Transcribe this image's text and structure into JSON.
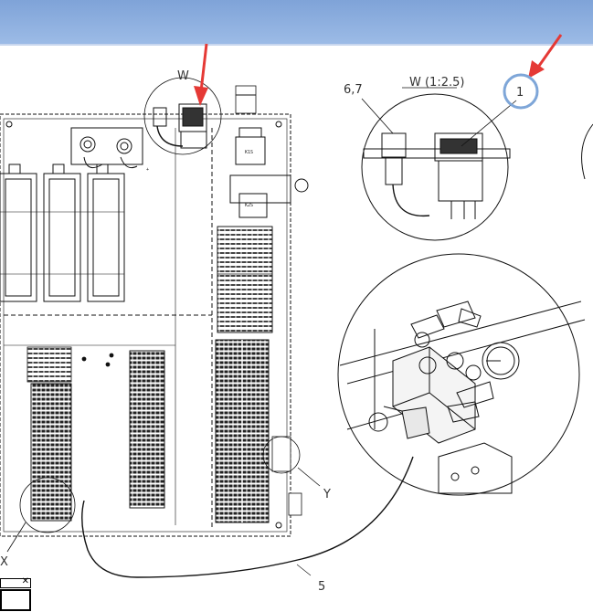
{
  "labels": {
    "detail_w": "W",
    "detail_w_scale": "W (1:2.5)",
    "part_67": "6,7",
    "part_1": "1",
    "part_5": "5",
    "label_x": "X",
    "label_y": "Y"
  },
  "colors": {
    "header_bar": "#8fb0e0",
    "highlight_arrow": "#e53935",
    "highlight_circle": "#7ea6d8",
    "line": "#111111"
  },
  "icons": {
    "close": "close-icon"
  }
}
